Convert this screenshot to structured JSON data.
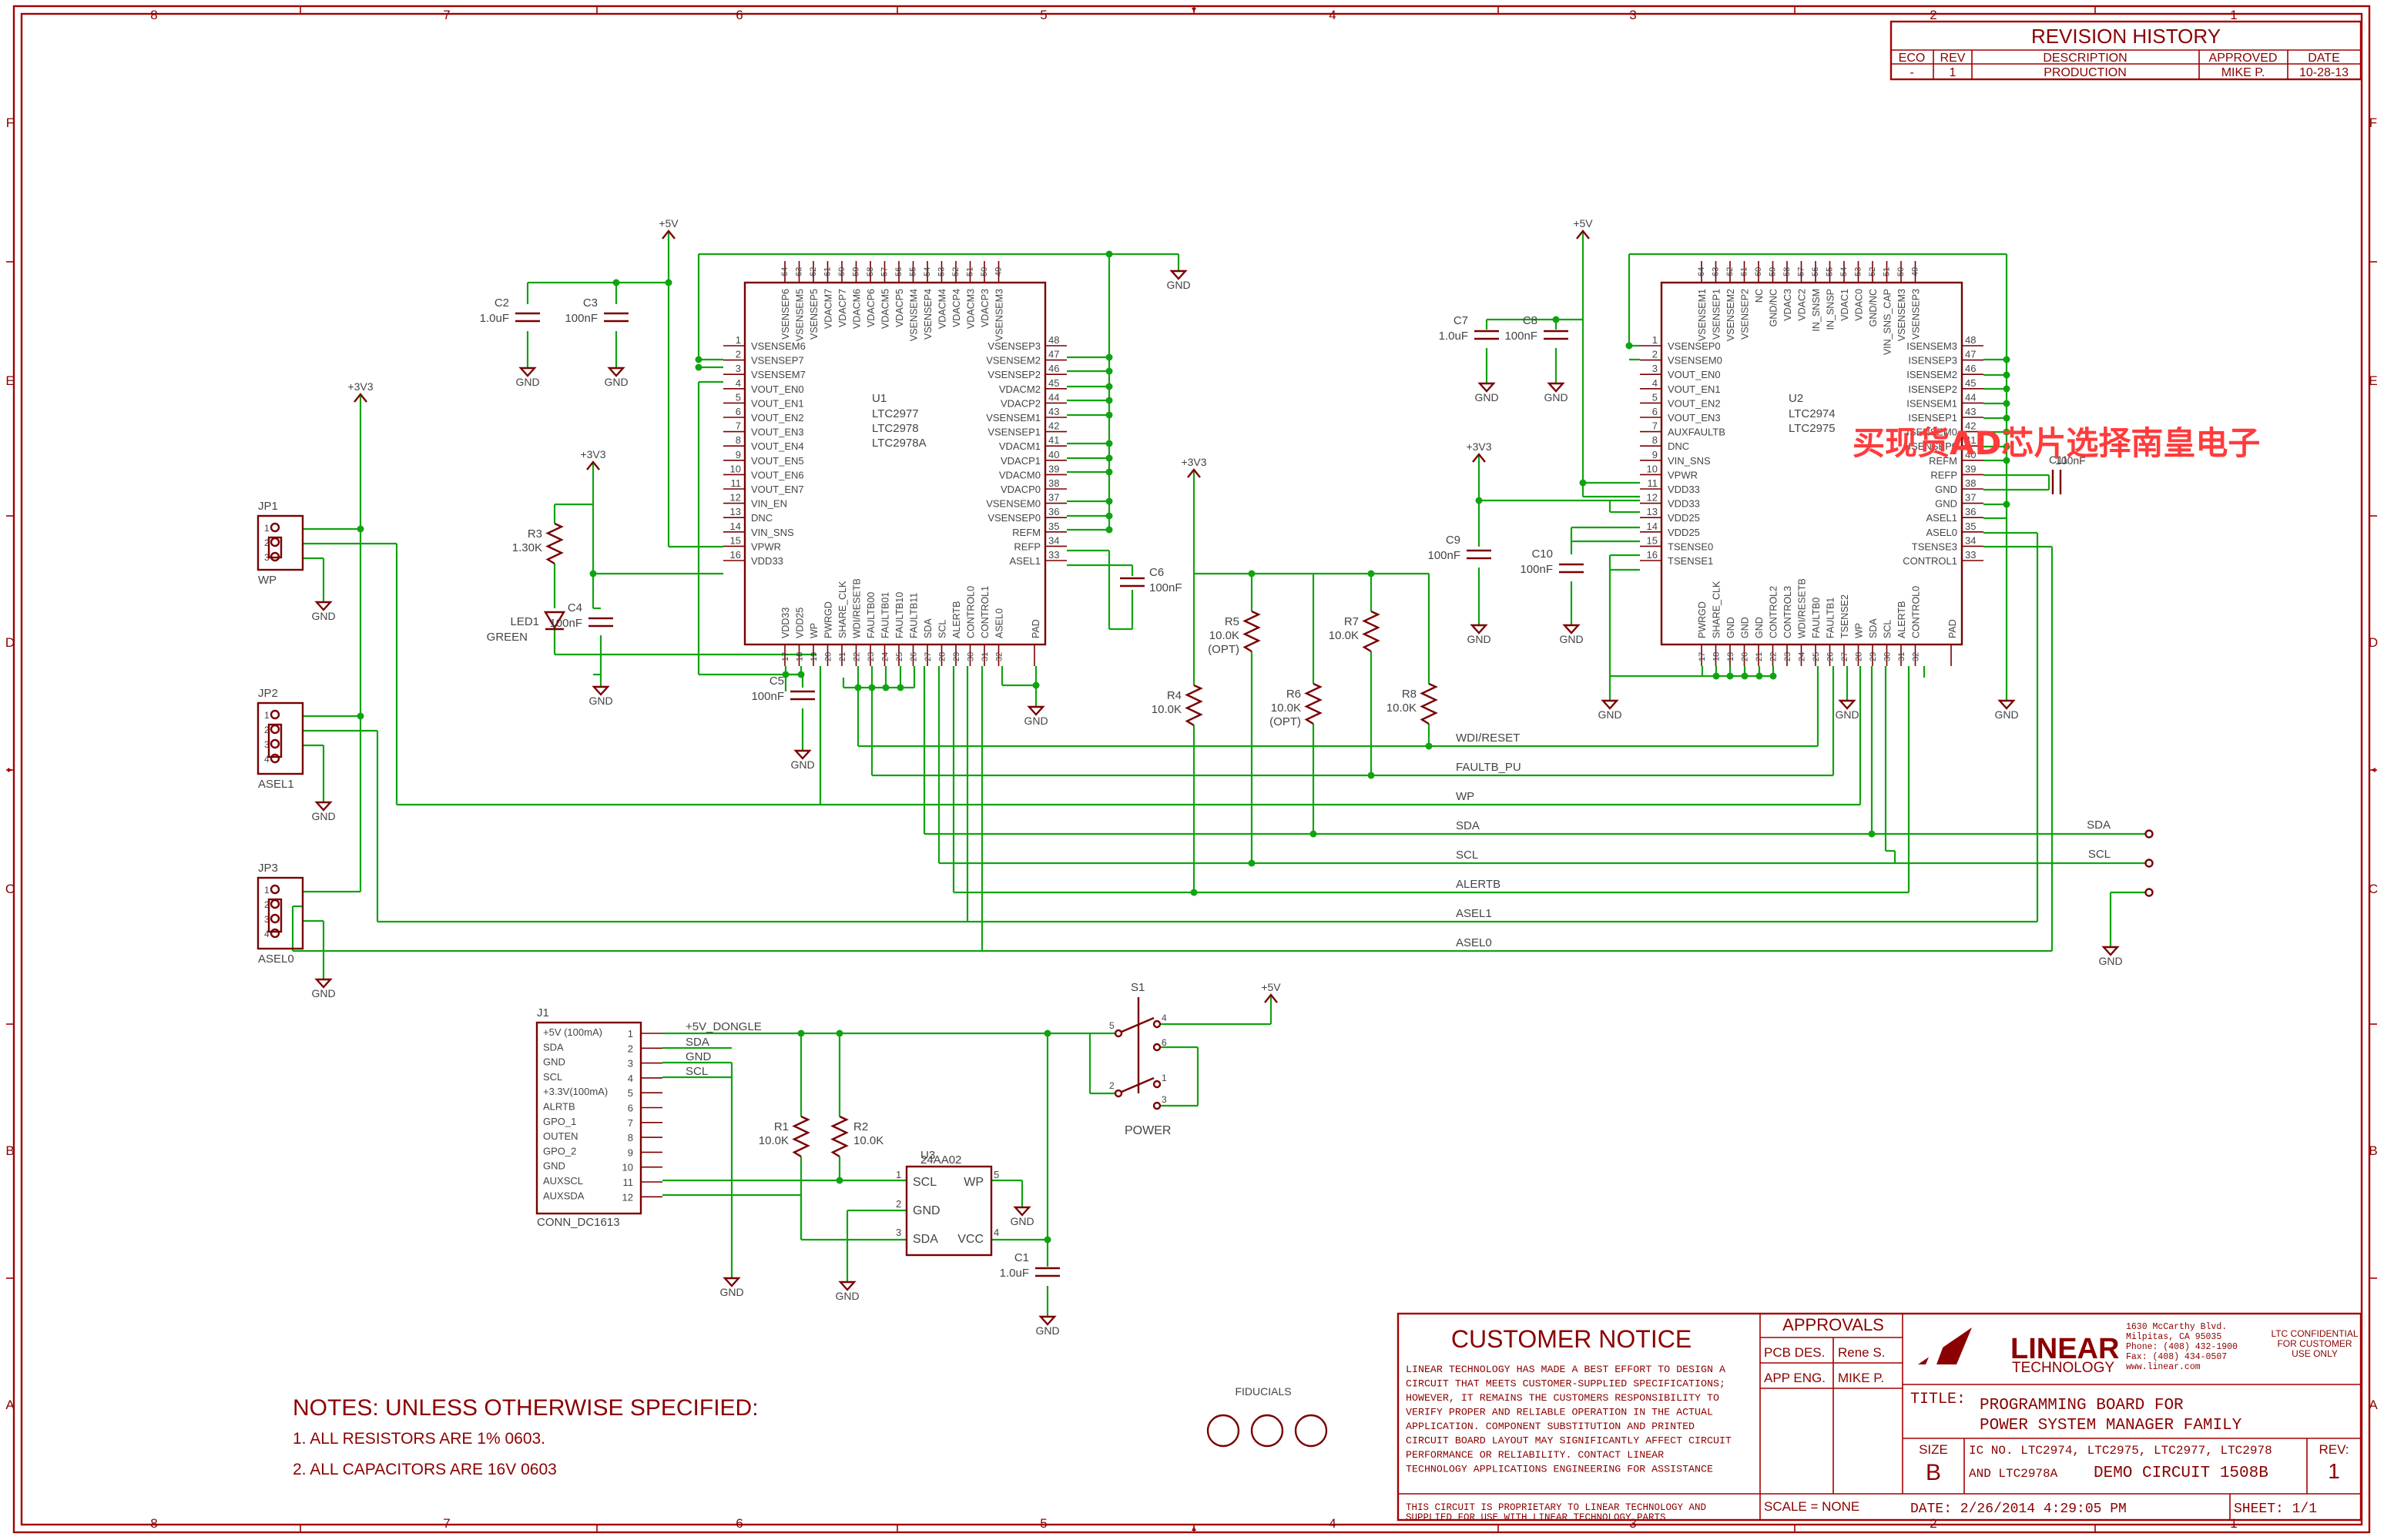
{
  "frame": {
    "zones_h": [
      "8",
      "7",
      "6",
      "5",
      "4",
      "3",
      "2",
      "1"
    ],
    "zones_v": [
      "F",
      "E",
      "D",
      "C",
      "B",
      "A"
    ]
  },
  "revision": {
    "title": "REVISION HISTORY",
    "headers": [
      "ECO",
      "REV",
      "DESCRIPTION",
      "APPROVED",
      "DATE"
    ],
    "row": [
      "-",
      "1",
      "PRODUCTION",
      "MIKE P.",
      "10-28-13"
    ]
  },
  "u1": {
    "ref": "U1",
    "parts": [
      "LTC2977",
      "LTC2978",
      "LTC2978A"
    ],
    "top_nums": [
      "64",
      "63",
      "62",
      "61",
      "60",
      "59",
      "58",
      "57",
      "56",
      "55",
      "54",
      "53",
      "52",
      "51",
      "50",
      "49"
    ],
    "top_pins": [
      "VSENSEP6",
      "VSENSEM5",
      "VSENSEP5",
      "VDACM7",
      "VDACP7",
      "VDACM6",
      "VDACP6",
      "VDACM5",
      "VDACP5",
      "VSENSEM4",
      "VSENSEP4",
      "VDACM4",
      "VDACP4",
      "VDACM3",
      "VDACP3",
      "VSENSEM3"
    ],
    "left_nums": [
      "1",
      "2",
      "3",
      "4",
      "5",
      "6",
      "7",
      "8",
      "9",
      "10",
      "11",
      "12",
      "13",
      "14",
      "15",
      "16"
    ],
    "left_pins": [
      "VSENSEM6",
      "VSENSEP7",
      "VSENSEM7",
      "VOUT_EN0",
      "VOUT_EN1",
      "VOUT_EN2",
      "VOUT_EN3",
      "VOUT_EN4",
      "VOUT_EN5",
      "VOUT_EN6",
      "VOUT_EN7",
      "VIN_EN",
      "DNC",
      "VIN_SNS",
      "VPWR",
      "VDD33"
    ],
    "right_nums": [
      "48",
      "47",
      "46",
      "45",
      "44",
      "43",
      "42",
      "41",
      "40",
      "39",
      "38",
      "37",
      "36",
      "35",
      "34",
      "33"
    ],
    "right_pins": [
      "VSENSEP3",
      "VSENSEM2",
      "VSENSEP2",
      "VDACM2",
      "VDACP2",
      "VSENSEM1",
      "VSENSEP1",
      "VDACM1",
      "VDACP1",
      "VDACM0",
      "VDACP0",
      "VSENSEM0",
      "VSENSEP0",
      "REFM",
      "REFP",
      "ASEL1"
    ],
    "bottom_nums": [
      "17",
      "18",
      "19",
      "20",
      "21",
      "22",
      "23",
      "24",
      "25",
      "26",
      "27",
      "28",
      "29",
      "30",
      "31",
      "32"
    ],
    "bottom_pins": [
      "VDD33",
      "VDD25",
      "WP",
      "PWRGD",
      "SHARE_CLK",
      "WDI/RESETB",
      "FAULTB00",
      "FAULTB01",
      "FAULTB10",
      "FAULTB11",
      "SDA",
      "SCL",
      "ALERTB",
      "CONTROL0",
      "CONTROL1",
      "ASEL0"
    ],
    "pad": "PAD"
  },
  "u2": {
    "ref": "U2",
    "parts": [
      "LTC2974",
      "LTC2975"
    ],
    "top_nums": [
      "64",
      "63",
      "62",
      "61",
      "60",
      "59",
      "58",
      "57",
      "56",
      "55",
      "54",
      "53",
      "52",
      "51",
      "50",
      "49"
    ],
    "top_pins": [
      "VSENSEM1",
      "VSENSEP1",
      "VSENSEM2",
      "VSENSEP2",
      "NC",
      "GND/NC",
      "VDAC3",
      "VDAC2",
      "IN_SNSM",
      "IN_SNSP",
      "VDAC1",
      "VDAC0",
      "GND/NC",
      "VIN_SNS_CAP",
      "VSENSEM3",
      "VSENSEP3"
    ],
    "left_nums": [
      "1",
      "2",
      "3",
      "4",
      "5",
      "6",
      "7",
      "8",
      "9",
      "10",
      "11",
      "12",
      "13",
      "14",
      "15",
      "16"
    ],
    "left_pins": [
      "VSENSEP0",
      "VSENSEM0",
      "VOUT_EN0",
      "VOUT_EN1",
      "VOUT_EN2",
      "VOUT_EN3",
      "AUXFAULTB",
      "DNC",
      "VIN_SNS",
      "VPWR",
      "VDD33",
      "VDD33",
      "VDD25",
      "VDD25",
      "TSENSE0",
      "TSENSE1"
    ],
    "right_nums": [
      "48",
      "47",
      "46",
      "45",
      "44",
      "43",
      "42",
      "41",
      "40",
      "39",
      "38",
      "37",
      "36",
      "35",
      "34",
      "33"
    ],
    "right_pins": [
      "ISENSEM3",
      "ISENSEP3",
      "ISENSEM2",
      "ISENSEP2",
      "ISENSEM1",
      "ISENSEP1",
      "ISENSEM0",
      "ISENSEP0",
      "REFM",
      "REFP",
      "GND",
      "GND",
      "ASEL1",
      "ASEL0",
      "TSENSE3",
      "CONTROL1"
    ],
    "bottom_nums": [
      "17",
      "18",
      "19",
      "20",
      "21",
      "22",
      "23",
      "24",
      "25",
      "26",
      "27",
      "28",
      "29",
      "30",
      "31",
      "32"
    ],
    "bottom_pins": [
      "PWRGD",
      "SHARE_CLK",
      "GND",
      "GND",
      "GND",
      "CONTROL2",
      "CONTROL3",
      "WDI/RESETB",
      "FAULTB0",
      "FAULTB1",
      "TSENSE2",
      "WP",
      "SDA",
      "SCL",
      "ALERTB",
      "CONTROL0"
    ],
    "pad": "PAD"
  },
  "u3": {
    "ref": "U3",
    "part": "24AA02",
    "pins": [
      "SCL",
      "GND",
      "SDA",
      "WP",
      "VCC"
    ],
    "nums": [
      "1",
      "2",
      "3",
      "5",
      "4"
    ]
  },
  "j1": {
    "ref": "J1",
    "part": "CONN_DC1613",
    "pins": [
      "+5V (100mA)",
      "SDA",
      "GND",
      "SCL",
      "+3.3V(100mA)",
      "ALRTB",
      "GPO_1",
      "OUTEN",
      "GPO_2",
      "GND",
      "AUXSCL",
      "AUXSDA"
    ],
    "nums": [
      "1",
      "2",
      "3",
      "4",
      "5",
      "6",
      "7",
      "8",
      "9",
      "10",
      "11",
      "12"
    ]
  },
  "jumpers": [
    {
      "ref": "JP1",
      "label": "WP",
      "nums": [
        "1",
        "2",
        "3"
      ]
    },
    {
      "ref": "JP2",
      "label": "ASEL1",
      "nums": [
        "1",
        "2",
        "3",
        "4"
      ]
    },
    {
      "ref": "JP3",
      "label": "ASEL0",
      "nums": [
        "1",
        "2",
        "3",
        "4"
      ]
    }
  ],
  "components": {
    "c2": [
      "C2",
      "1.0uF"
    ],
    "c3": [
      "C3",
      "100nF"
    ],
    "c4": [
      "C4",
      "100nF"
    ],
    "c5": [
      "C5",
      "100nF"
    ],
    "c6": [
      "C6",
      "100nF"
    ],
    "c7": [
      "C7",
      "1.0uF"
    ],
    "c8": [
      "C8",
      "100nF"
    ],
    "c9": [
      "C9",
      "100nF"
    ],
    "c10": [
      "C10",
      "100nF"
    ],
    "c1": [
      "C1",
      "1.0uF"
    ],
    "c11": [
      "C11",
      "100nF"
    ],
    "r3": [
      "R3",
      "1.30K"
    ],
    "r4": [
      "R4",
      "10.0K"
    ],
    "r5": [
      "R5",
      "10.0K",
      "(OPT)"
    ],
    "r6": [
      "R6",
      "10.0K",
      "(OPT)"
    ],
    "r7": [
      "R7",
      "10.0K"
    ],
    "r8": [
      "R8",
      "10.0K"
    ],
    "r1": [
      "R1",
      "10.0K"
    ],
    "r2": [
      "R2",
      "10.0K"
    ],
    "led1": [
      "LED1",
      "GREEN"
    ],
    "s1": [
      "S1",
      "POWER"
    ]
  },
  "power": {
    "p5v": "+5V",
    "p3v3": "+3V3",
    "gnd": "GND"
  },
  "nets": [
    "WDI/RESET",
    "FAULTB_PU",
    "WP",
    "SDA",
    "SCL",
    "ALERTB",
    "ASEL1",
    "ASEL0"
  ],
  "j1_nets": [
    "+5V_DONGLE",
    "SDA",
    "GND",
    "SCL"
  ],
  "offpage": [
    "SDA",
    "SCL"
  ],
  "notes": {
    "title": "NOTES: UNLESS OTHERWISE SPECIFIED:",
    "lines": [
      "1. ALL RESISTORS ARE 1% 0603.",
      "2. ALL CAPACITORS ARE 16V 0603"
    ]
  },
  "fiducials": "FIDUCIALS",
  "customer_notice": {
    "title": "CUSTOMER NOTICE",
    "lines": [
      "LINEAR TECHNOLOGY HAS MADE A BEST EFFORT TO DESIGN A",
      "CIRCUIT THAT MEETS CUSTOMER-SUPPLIED SPECIFICATIONS;",
      "HOWEVER, IT REMAINS THE CUSTOMERS RESPONSIBILITY TO",
      "VERIFY PROPER AND RELIABLE OPERATION IN THE ACTUAL",
      "APPLICATION. COMPONENT SUBSTITUTION AND PRINTED",
      "CIRCUIT BOARD LAYOUT MAY SIGNIFICANTLY AFFECT CIRCUIT",
      "PERFORMANCE OR RELIABILITY.  CONTACT LINEAR",
      "TECHNOLOGY APPLICATIONS ENGINEERING FOR ASSISTANCE"
    ],
    "proprietary": [
      "THIS CIRCUIT IS PROPRIETARY TO LINEAR TECHNOLOGY AND",
      "SUPPLIED FOR USE WITH LINEAR TECHNOLOGY PARTS"
    ]
  },
  "approvals": {
    "title": "APPROVALS",
    "rows": [
      [
        "PCB DES.",
        "Rene S."
      ],
      [
        "APP ENG.",
        "MIKE P."
      ]
    ]
  },
  "company": {
    "name": "LINEAR",
    "sub": "TECHNOLOGY",
    "address": [
      "1630 McCarthy Blvd.",
      "Milpitas, CA 95035",
      "Phone: (408) 432-1900",
      "Fax: (408) 434-0507",
      "www.linear.com"
    ],
    "confidential": [
      "LTC CONFIDENTIAL",
      "FOR CUSTOMER",
      "USE ONLY"
    ]
  },
  "titleblock": {
    "title_label": "TITLE:",
    "title": [
      "PROGRAMMING BOARD FOR",
      "POWER SYSTEM MANAGER FAMILY"
    ],
    "size_label": "SIZE",
    "size": "B",
    "ic_line": "IC NO. LTC2974, LTC2975, LTC2977, LTC2978",
    "ic_line2": "AND LTC2978A",
    "demo": "DEMO CIRCUIT 1508B",
    "rev_label": "REV:",
    "rev": "1",
    "scale": "SCALE = NONE",
    "date": "DATE: 2/26/2014 4:29:05 PM",
    "sheet": "SHEET: 1/1"
  },
  "watermark": "买现货AD芯片选择南皇电子"
}
